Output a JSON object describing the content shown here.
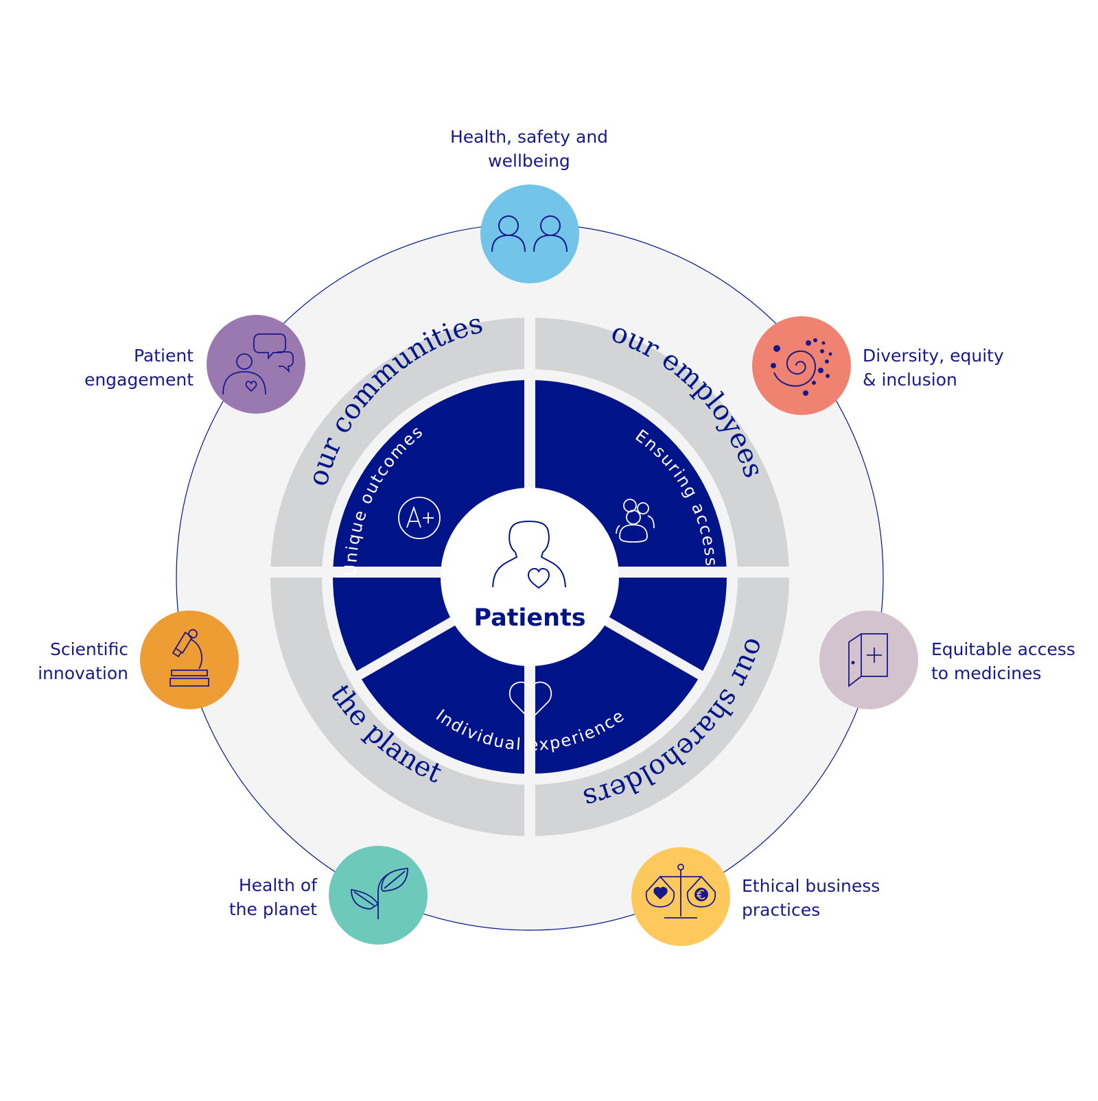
{
  "center": {
    "label": "Patients"
  },
  "inner_segments": [
    {
      "id": "unique",
      "label": "Unique outcomes",
      "icon": "a-plus-icon"
    },
    {
      "id": "access",
      "label": "Ensuring access",
      "icon": "people-group-icon"
    },
    {
      "id": "experience",
      "label": "Individual experience",
      "icon": "heart-icon"
    }
  ],
  "ring_segments": [
    {
      "id": "communities",
      "label": "our communities"
    },
    {
      "id": "employees",
      "label": "our employees"
    },
    {
      "id": "shareholders",
      "label": "our shareholders"
    },
    {
      "id": "planet",
      "label": "the planet"
    }
  ],
  "outer_items": [
    {
      "id": "health-safety",
      "lines": [
        "Health, safety and",
        "wellbeing"
      ],
      "color": "#72c4e8",
      "icon": "two-people-icon"
    },
    {
      "id": "diversity",
      "lines": [
        "Diversity, equity",
        "& inclusion"
      ],
      "color": "#f08272",
      "icon": "spiral-dots-icon"
    },
    {
      "id": "equitable-access",
      "lines": [
        "Equitable access",
        "to medicines"
      ],
      "color": "#d3c3cf",
      "icon": "open-door-icon"
    },
    {
      "id": "ethical",
      "lines": [
        "Ethical business",
        "practices"
      ],
      "color": "#fec95c",
      "icon": "balance-scale-icon"
    },
    {
      "id": "planet-health",
      "lines": [
        "Health of",
        "the planet"
      ],
      "color": "#6dcabb",
      "icon": "sprout-icon"
    },
    {
      "id": "scientific",
      "lines": [
        "Scientific",
        "innovation"
      ],
      "color": "#ee9c34",
      "icon": "microscope-icon"
    },
    {
      "id": "engagement",
      "lines": [
        "Patient",
        "engagement"
      ],
      "color": "#9a79b0",
      "icon": "speech-person-icon"
    }
  ],
  "colors": {
    "navy": "#001489",
    "ring_grey": "#d2d4d5",
    "outer_fill": "#f4f4f4",
    "text": "#17198a"
  }
}
